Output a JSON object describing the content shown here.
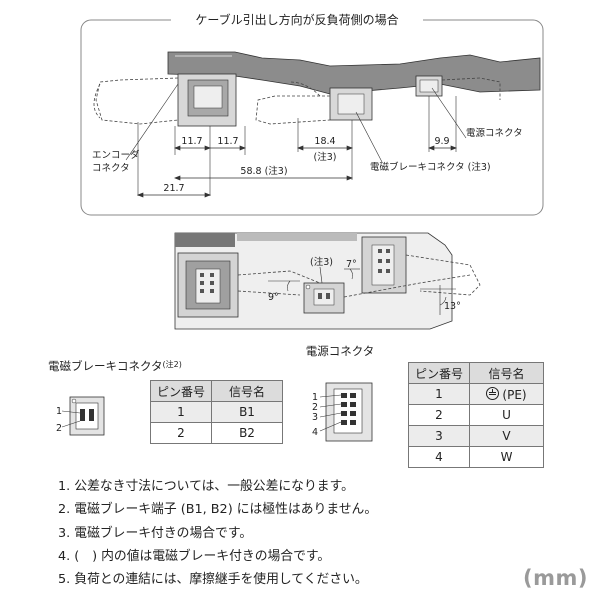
{
  "top_view": {
    "title": "ケーブル引出し方向が反負荷側の場合",
    "encoder_connector_label_1": "エンコーダ",
    "encoder_connector_label_2": "コネクタ",
    "power_connector_label": "電源コネクタ",
    "brake_connector_label": "電磁ブレーキコネクタ (注3)",
    "dimensions": {
      "d_11_7_a": "11.7",
      "d_11_7_b": "11.7",
      "d_58_8": "58.8 (注3)",
      "d_21_7": "21.7",
      "d_18_4": "18.4",
      "d_18_4_note": "(注3)",
      "d_9_9": "9.9"
    }
  },
  "middle_view": {
    "note3_label": "(注3)",
    "angle_7": "7°",
    "angle_9": "9°",
    "angle_13": "13°",
    "power_connector_caption": "電源コネクタ"
  },
  "brake_connector": {
    "title": "電磁ブレーキコネクタ",
    "title_note": "(注2)",
    "pin_label_1": "1",
    "pin_label_2": "2",
    "table_headers": [
      "ピン番号",
      "信号名"
    ],
    "rows": [
      {
        "pin": "1",
        "signal": "B1"
      },
      {
        "pin": "2",
        "signal": "B2"
      }
    ]
  },
  "power_connector": {
    "pin_labels": [
      "1",
      "2",
      "3",
      "4"
    ],
    "table_headers": [
      "ピン番号",
      "信号名"
    ],
    "rows": [
      {
        "pin": "1",
        "signal": "(PE)",
        "icon": "ground-icon"
      },
      {
        "pin": "2",
        "signal": "U"
      },
      {
        "pin": "3",
        "signal": "V"
      },
      {
        "pin": "4",
        "signal": "W"
      }
    ]
  },
  "notes": [
    "1. 公差なき寸法については、一般公差になります。",
    "2. 電磁ブレーキ端子 (B1, B2) には極性はありません。",
    "3. 電磁ブレーキ付きの場合です。",
    "4. (　) 内の値は電磁ブレーキ付きの場合です。",
    "5. 負荷との連結には、摩擦継手を使用してください。"
  ],
  "unit_label": "(mm)"
}
